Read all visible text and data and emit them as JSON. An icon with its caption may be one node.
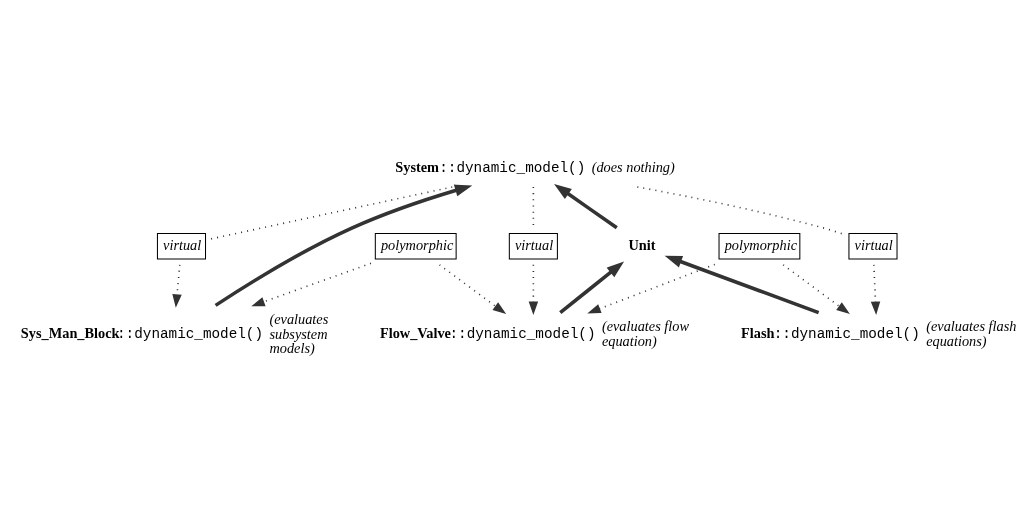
{
  "diagram": {
    "nodes": [
      {
        "text": [
          "**System**::dynamic_model()"
        ],
        "beside": [
          "(does nothing)"
        ]
      },
      {
        "text": [
          "**Unit**"
        ]
      },
      {
        "text": [
          "virtual"
        ]
      },
      {
        "text": [
          "virtual"
        ]
      },
      {
        "text": [
          "**Sys_Man_Block**::dynamic_model()"
        ],
        "beside": [
          "(evaluates subsystem models)"
        ]
      },
      {
        "text": [
          "virtual"
        ]
      },
      {
        "text": [
          "polymorphic"
        ]
      },
      {
        "text": [
          "**Flash**::dynamic_model()"
        ],
        "beside": [
          "(evaluates flash equations)"
        ]
      },
      {
        "text": [
          "**Flow_Valve**::dynamic_model()"
        ],
        "beside": [
          "(evaluates flow equation)"
        ]
      },
      {
        "text": [
          "polymorphic"
        ]
      }
    ],
    "edges": [
      {
        "from": 1,
        "to": 0,
        "arrow": "to",
        "style": "thick"
      },
      {
        "from": 4,
        "to": 0,
        "arrow": "to",
        "style": "thick"
      },
      {
        "from": 7,
        "to": 1,
        "arrow": "to",
        "style": "thick"
      },
      {
        "from": 8,
        "to": 1,
        "arrow": "to",
        "style": "thick"
      },
      {
        "from": 0,
        "to": 2,
        "arrow": "none",
        "style": "dashed"
      },
      {
        "from": 2,
        "to": 4,
        "arrow": "to",
        "style": "dashed"
      },
      {
        "from": 0,
        "to": 3,
        "arrow": "none",
        "style": "dashed"
      },
      {
        "from": 3,
        "to": 7,
        "arrow": "to",
        "style": "dashed"
      },
      {
        "from": 0,
        "to": 5,
        "arrow": "none",
        "style": "dashed"
      },
      {
        "from": 5,
        "to": 8,
        "arrow": "to",
        "style": "dashed"
      },
      {
        "from": 6,
        "to": 4,
        "arrow": "to",
        "style": "dashed"
      },
      {
        "from": 6,
        "to": 8,
        "arrow": "to",
        "style": "dashed"
      },
      {
        "from": 9,
        "to": 7,
        "arrow": "to",
        "style": "dashed"
      },
      {
        "from": 9,
        "to": 8,
        "arrow": "to",
        "style": "dashed"
      }
    ]
  }
}
